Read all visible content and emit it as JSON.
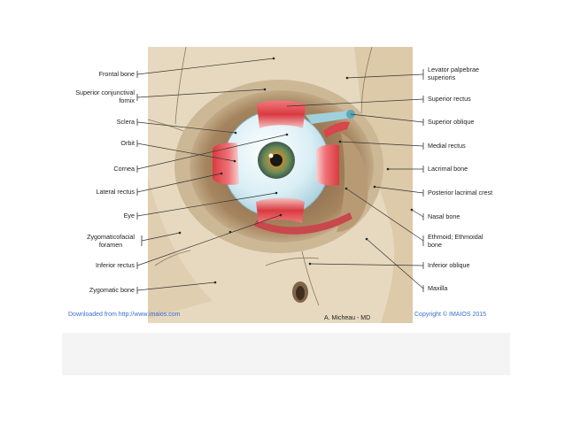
{
  "labels_left": [
    {
      "id": "frontal-bone",
      "text": "Frontal bone"
    },
    {
      "id": "superior-conjunctival-fornix",
      "text": "Superior conjunctival\nfornix"
    },
    {
      "id": "sclera",
      "text": "Sclera"
    },
    {
      "id": "orbit",
      "text": "Orbit"
    },
    {
      "id": "cornea",
      "text": "Cornea"
    },
    {
      "id": "lateral-rectus",
      "text": "Lateral rectus"
    },
    {
      "id": "eye",
      "text": "Eye"
    },
    {
      "id": "zygomaticofacial-foramen",
      "text": "Zygomaticofacial\nforamen"
    },
    {
      "id": "inferior-rectus",
      "text": "Inferior rectus"
    },
    {
      "id": "zygomatic-bone",
      "text": "Zygomatic bone"
    }
  ],
  "labels_right": [
    {
      "id": "levator-palpebrae-superioris",
      "text": "Levator palpebrae\nsuperioris"
    },
    {
      "id": "superior-rectus",
      "text": "Superior rectus"
    },
    {
      "id": "superior-oblique",
      "text": "Superior oblique"
    },
    {
      "id": "medial-rectus",
      "text": "Medial rectus"
    },
    {
      "id": "lacrimal-bone",
      "text": "Lacrimal bone"
    },
    {
      "id": "posterior-lacrimal-crest",
      "text": "Posterior lacrimal crest"
    },
    {
      "id": "nasal-bone",
      "text": "Nasal bone"
    },
    {
      "id": "ethmoid",
      "text": "Ethmoid; Ethmoidal\nbone"
    },
    {
      "id": "inferior-oblique",
      "text": "Inferior oblique"
    },
    {
      "id": "maxilla",
      "text": "Maxilla"
    }
  ],
  "footer": {
    "download_text": "Downloaded from http://www.imaios.com",
    "author_text": "A. Micheau - MD",
    "copyright_text": "Copyright © IMAIOS 2015"
  },
  "colors": {
    "bone": "#e9dcc4",
    "bone_shadow": "#c9b597",
    "sclera": "#dff0f6",
    "muscle": "#e0454a",
    "iris": "#6f8e57",
    "footer_blue": "#3a6fd0"
  }
}
